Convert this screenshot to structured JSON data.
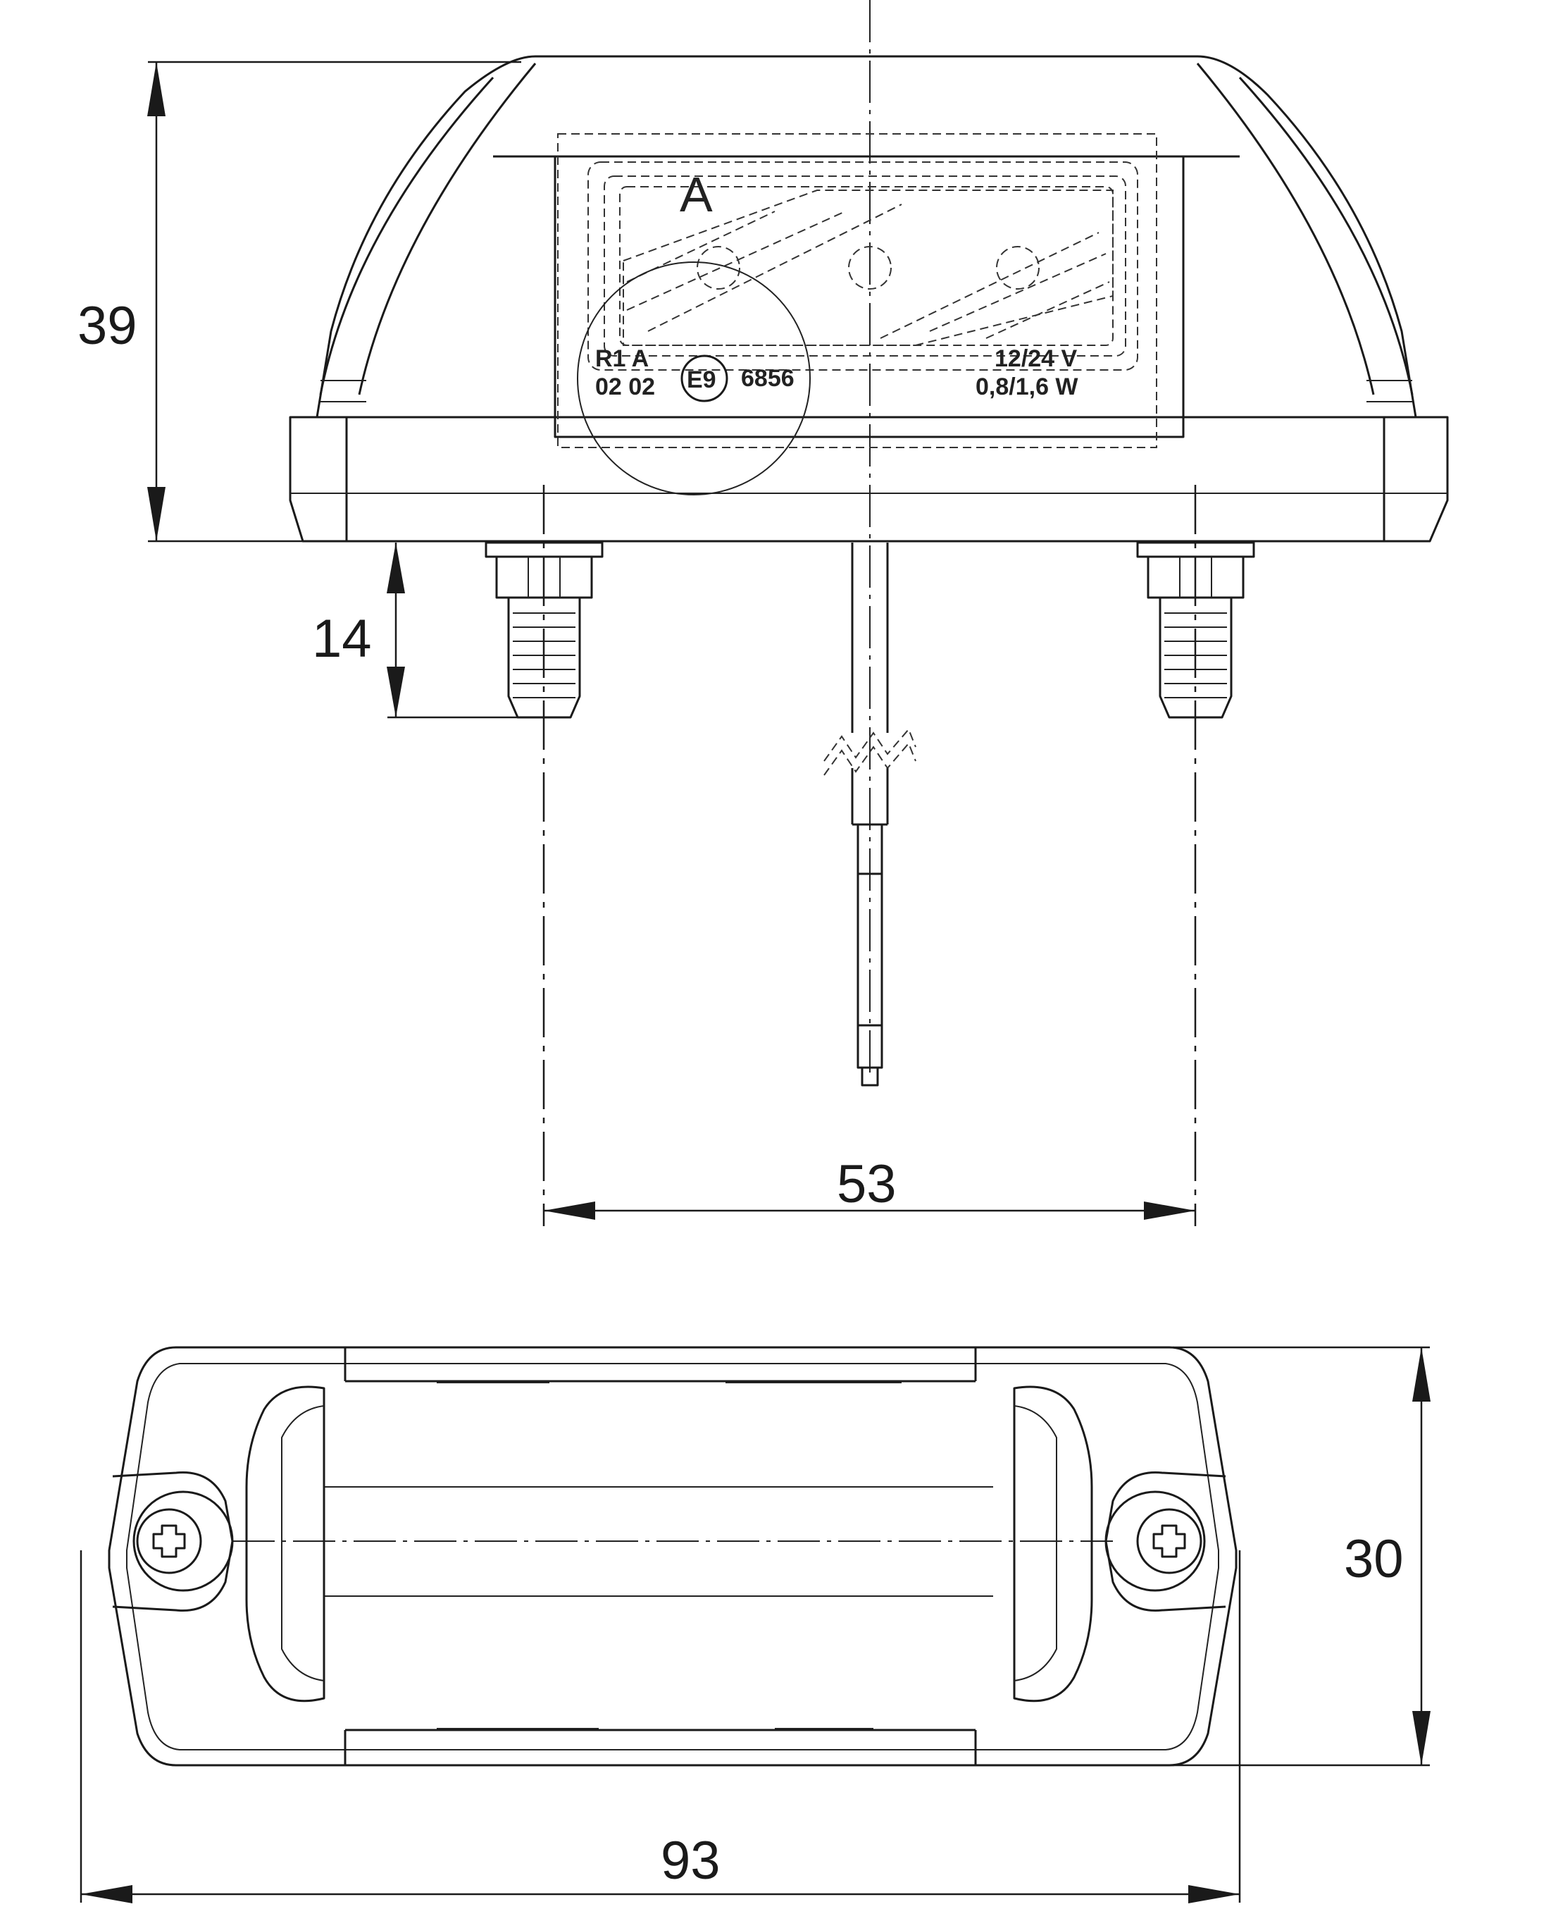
{
  "dimensions": {
    "height": "39",
    "stud_length": "14",
    "stud_spacing": "53",
    "width": "93",
    "depth": "30"
  },
  "markings": {
    "detail_letter": "A",
    "left_line_1": "R1  A",
    "left_line_2": "02  02",
    "approval_mark": "E9",
    "approval_number": "6856",
    "voltage": "12/24 V",
    "power": "0,8/1,6 W"
  }
}
